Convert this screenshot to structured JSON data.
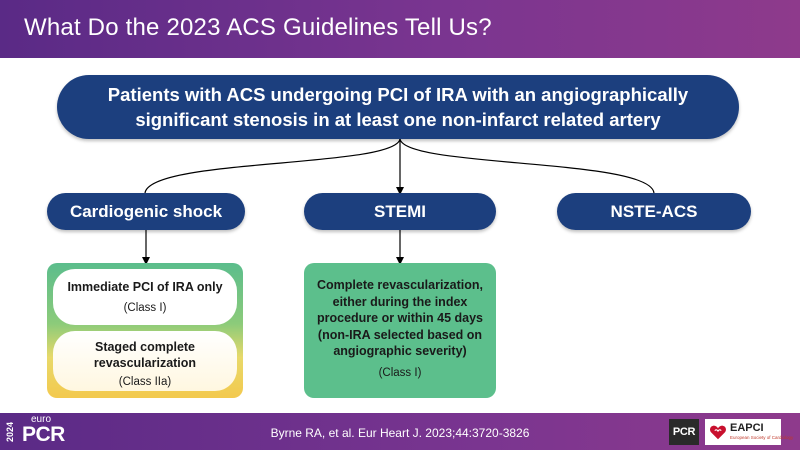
{
  "slide": {
    "title": "What Do the 2023 ACS Guidelines Tell Us?"
  },
  "diagram": {
    "root": {
      "line1": "Patients with ACS undergoing PCI of IRA with an angiographically",
      "line2": "significant stenosis in at least one non-infarct related artery"
    },
    "categories": [
      {
        "label": "Cardiogenic shock"
      },
      {
        "label": "STEMI"
      },
      {
        "label": "NSTE-ACS"
      }
    ],
    "shock": {
      "rec1": {
        "text": "Immediate PCI of IRA only",
        "class": "(Class I)"
      },
      "rec2": {
        "line1": "Staged complete",
        "line2": "revascularization",
        "class": "(Class IIa)"
      }
    },
    "stemi": {
      "lines": [
        "Complete revascularization,",
        "either during the index",
        "procedure or within 45 days",
        "(non-IRA selected based on",
        "angiographic severity)"
      ],
      "class": "(Class I)"
    },
    "colors": {
      "pill": "#1c3f7e",
      "stemi_box": "#5cbf8c",
      "shock_gradient_top": "#5bbd8c",
      "shock_gradient_bottom": "#f3c94e",
      "title_bar": "#6b2f8a"
    }
  },
  "footer": {
    "citation": "Byrne RA, et al. Eur Heart J. 2023;44:3720-3826",
    "logo": {
      "year": "2024",
      "euro": "euro",
      "pcr": "PCR"
    },
    "badges": {
      "pcr": "PCR",
      "eapci": "EAPCI",
      "eapci_sub": "European Society of Cardiology"
    }
  }
}
